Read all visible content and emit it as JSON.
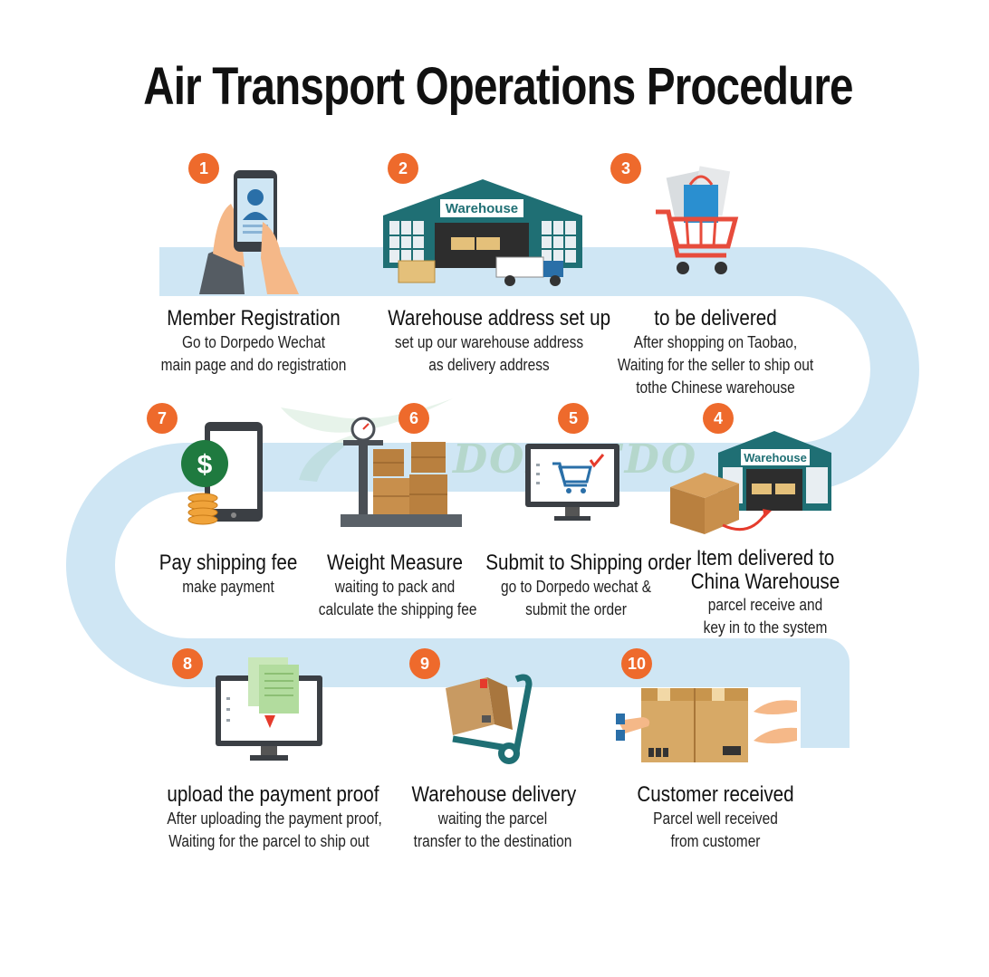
{
  "title": "Air Transport Operations Procedure",
  "watermark": "DORPEDO",
  "colors": {
    "badge": "#ee6a2c",
    "path": "#cfe6f4",
    "warehouse": "#1f6f74"
  },
  "steps": [
    {
      "num": "1",
      "title": "Member Registration",
      "desc": [
        "Go to Dorpedo Wechat",
        "main page and do registration"
      ],
      "icon": "phone-registration-icon"
    },
    {
      "num": "2",
      "title": "Warehouse address set up",
      "desc": [
        "set up our warehouse address",
        "as delivery address"
      ],
      "icon": "warehouse-icon",
      "sign": "Warehouse"
    },
    {
      "num": "3",
      "title": "to be delivered",
      "desc": [
        "After shopping on Taobao,",
        "Waiting for the seller to ship out",
        "tothe Chinese warehouse"
      ],
      "icon": "shopping-cart-icon"
    },
    {
      "num": "4",
      "title": "Item delivered to China Warehouse",
      "title_lines": [
        "Item delivered to",
        "China Warehouse"
      ],
      "desc": [
        "parcel receive and",
        "key in to the system"
      ],
      "icon": "warehouse-parcel-icon",
      "sign": "Warehouse"
    },
    {
      "num": "5",
      "title": "Submit to Shipping order",
      "desc": [
        "go to Dorpedo wechat &",
        "submit the order"
      ],
      "icon": "monitor-cart-icon"
    },
    {
      "num": "6",
      "title": "Weight Measure",
      "desc": [
        "waiting to pack and",
        "calculate the shipping fee"
      ],
      "icon": "scale-boxes-icon"
    },
    {
      "num": "7",
      "title": "Pay shipping fee",
      "desc": [
        "make payment"
      ],
      "icon": "phone-dollar-icon",
      "symbol": "$"
    },
    {
      "num": "8",
      "title": "upload the payment proof",
      "desc": [
        "After uploading the payment proof,",
        "Waiting for the parcel to ship out"
      ],
      "icon": "monitor-upload-icon"
    },
    {
      "num": "9",
      "title": "Warehouse delivery",
      "desc": [
        "waiting the parcel",
        "transfer to the destination"
      ],
      "icon": "hand-truck-icon"
    },
    {
      "num": "10",
      "title": "Customer received",
      "desc": [
        "Parcel well received",
        "from customer"
      ],
      "icon": "parcel-handover-icon"
    }
  ]
}
